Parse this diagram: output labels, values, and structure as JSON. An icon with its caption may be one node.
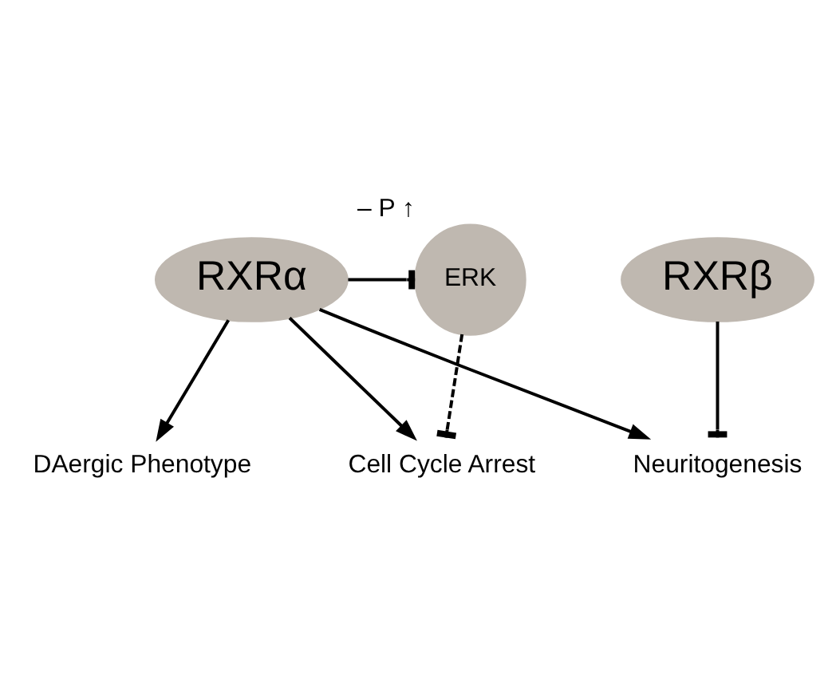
{
  "diagram": {
    "nodes": [
      {
        "text": [
          "RXRα"
        ]
      },
      {
        "text": [
          "RXRβ"
        ]
      },
      {
        "text": [
          "ERK"
        ],
        "beside": [
          "– P ↑"
        ]
      },
      {
        "text": [
          "Cell Cycle Arrest"
        ]
      },
      {
        "text": [
          "DAergic Phenotype"
        ]
      },
      {
        "text": [
          "Neuritogenesis"
        ]
      }
    ],
    "edges": [
      {
        "from": 0,
        "to": 2,
        "arrow": "other"
      },
      {
        "from": 2,
        "to": 3,
        "arrow": "other",
        "style": "dashed"
      },
      {
        "from": 0,
        "to": 3,
        "arrow": "to"
      },
      {
        "from": 0,
        "to": 4,
        "arrow": "to"
      },
      {
        "from": 0,
        "to": 5,
        "arrow": "to"
      },
      {
        "from": 1,
        "to": 5,
        "arrow": "other"
      }
    ]
  }
}
